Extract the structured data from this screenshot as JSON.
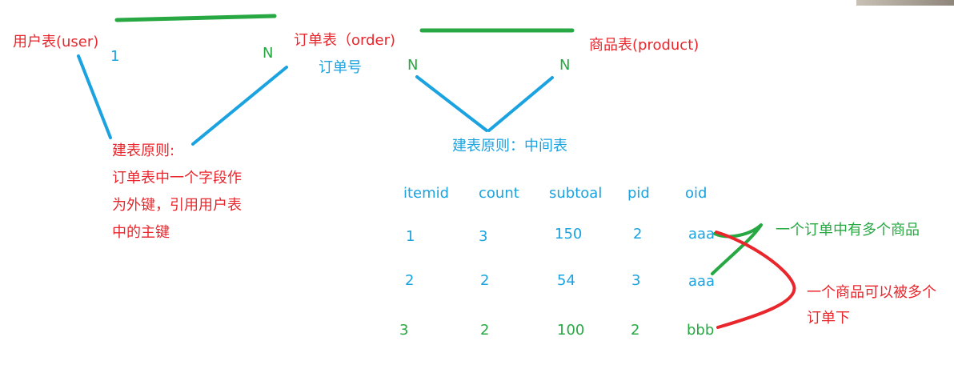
{
  "colors": {
    "red": "#e8262c",
    "blue": "#1aa3e0",
    "green": "#27a843"
  },
  "entities": {
    "user": "用户表(user)",
    "order": "订单表（order)",
    "order_sub": "订单号",
    "product": "商品表(product)"
  },
  "cardinality": {
    "user_side": "1",
    "order_side": "N",
    "order_mid": "N",
    "product_mid": "N"
  },
  "principles": {
    "one_to_many": [
      "建表原则:",
      "订单表中一个字段作",
      "为外键，引用用户表",
      "中的主键"
    ],
    "many_to_many": "建表原则：中间表"
  },
  "table": {
    "headers": [
      "itemid",
      "count",
      "subtoal",
      "pid",
      "oid"
    ],
    "rows": [
      [
        "1",
        "3",
        "150",
        "2",
        "aaa"
      ],
      [
        "2",
        "2",
        "54",
        "3",
        "aaa"
      ],
      [
        "3",
        "2",
        "100",
        "2",
        "bbb"
      ]
    ]
  },
  "annotations": {
    "order_has_products": "一个订单中有多个商品",
    "product_many_orders": [
      "一个商品可以被多个",
      "订单下"
    ]
  }
}
